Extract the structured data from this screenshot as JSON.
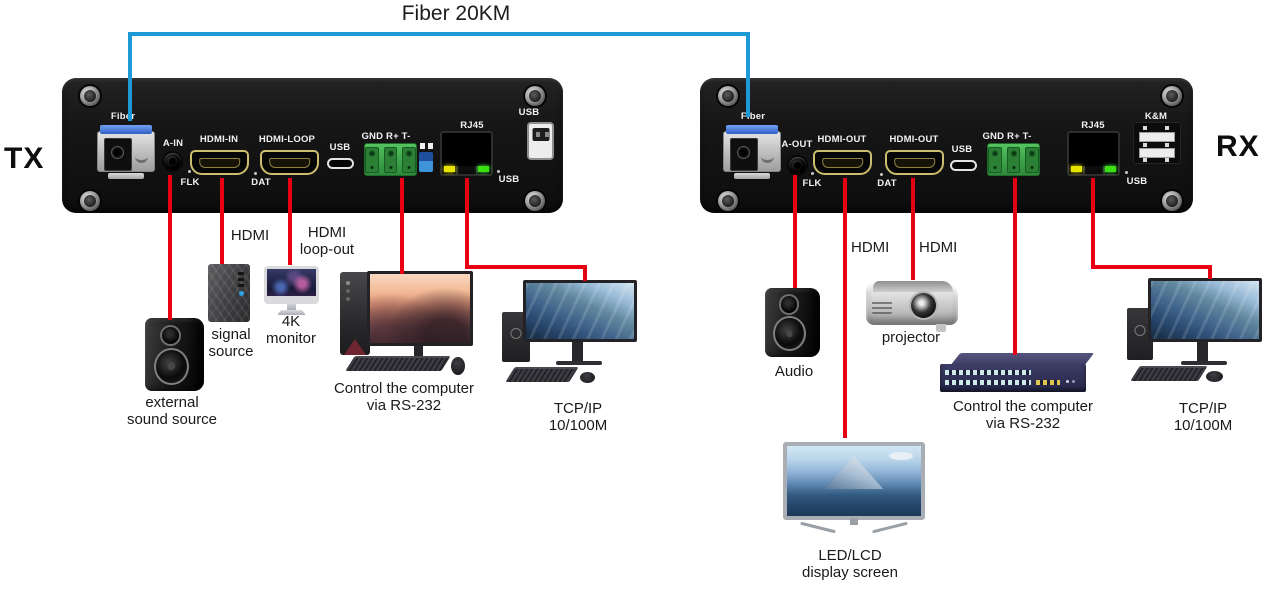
{
  "diagram_title": "Fiber 20KM",
  "colors": {
    "fiber_line": "#1b9ad5",
    "signal_line": "#e60012",
    "panel_black": "#161616",
    "terminal_green": "#3fae49"
  },
  "tx": {
    "unit_label": "TX",
    "panel": {
      "fiber": "Fiber",
      "a_in": "A-IN",
      "flk": "FLK",
      "hdmi_in": "HDMI-IN",
      "dat": "DAT",
      "hdmi_loop": "HDMI-LOOP",
      "usb_c": "USB",
      "terminal": "GND R+ T-",
      "rj45": "RJ45",
      "usb_bottom": "USB",
      "usb_b": "USB"
    },
    "connections": {
      "hdmi": "HDMI",
      "hdmi_loop": "HDMI loop-out",
      "signal_source": "signal source",
      "monitor_4k": "4K monitor",
      "external_sound": "external sound source",
      "rs232": "Control the computer via RS-232",
      "tcpip": "TCP/IP 10/100M"
    }
  },
  "rx": {
    "unit_label": "RX",
    "panel": {
      "fiber": "Fiber",
      "a_out": "A-OUT",
      "flk": "FLK",
      "hdmi_out_1": "HDMI-OUT",
      "dat": "DAT",
      "hdmi_out_2": "HDMI-OUT",
      "usb_c": "USB",
      "terminal": "GND R+ T-",
      "rj45": "RJ45",
      "km": "K&M",
      "usb_bottom": "USB"
    },
    "connections": {
      "audio": "Audio",
      "hdmi_1": "HDMI",
      "hdmi_2": "HDMI",
      "projector": "projector",
      "led_lcd": "LED/LCD display screen",
      "rs232": "Control the computer via RS-232",
      "tcpip": "TCP/IP 10/100M"
    }
  }
}
